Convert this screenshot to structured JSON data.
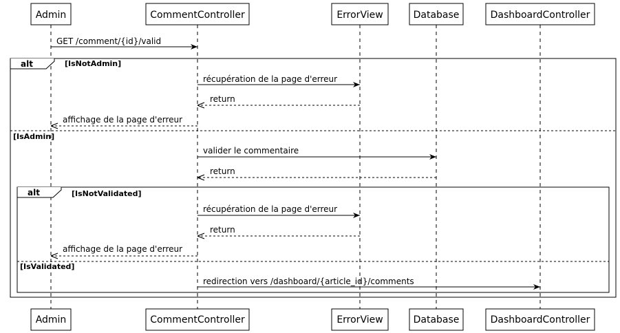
{
  "participants": [
    "Admin",
    "CommentController",
    "ErrorView",
    "Database",
    "DashboardController"
  ],
  "messages": {
    "m1": "GET /comment/{id}/valid",
    "m2": "récupération de la page d'erreur",
    "m3": "return",
    "m4": "affichage de la page d'erreur",
    "m5": "valider le commentaire",
    "m6": "return",
    "m7": "récupération de la page d'erreur",
    "m8": "return",
    "m9": "affichage de la page d'erreur",
    "m10": "redirection vers /dashboard/{article_id}/comments"
  },
  "fragments": {
    "outer": {
      "keyword": "alt",
      "guard1": "[IsNotAdmin]",
      "guard2": "[IsAdmin]"
    },
    "inner": {
      "keyword": "alt",
      "guard1": "[IsNotValidated]",
      "guard2": "[IsValidated]"
    }
  }
}
